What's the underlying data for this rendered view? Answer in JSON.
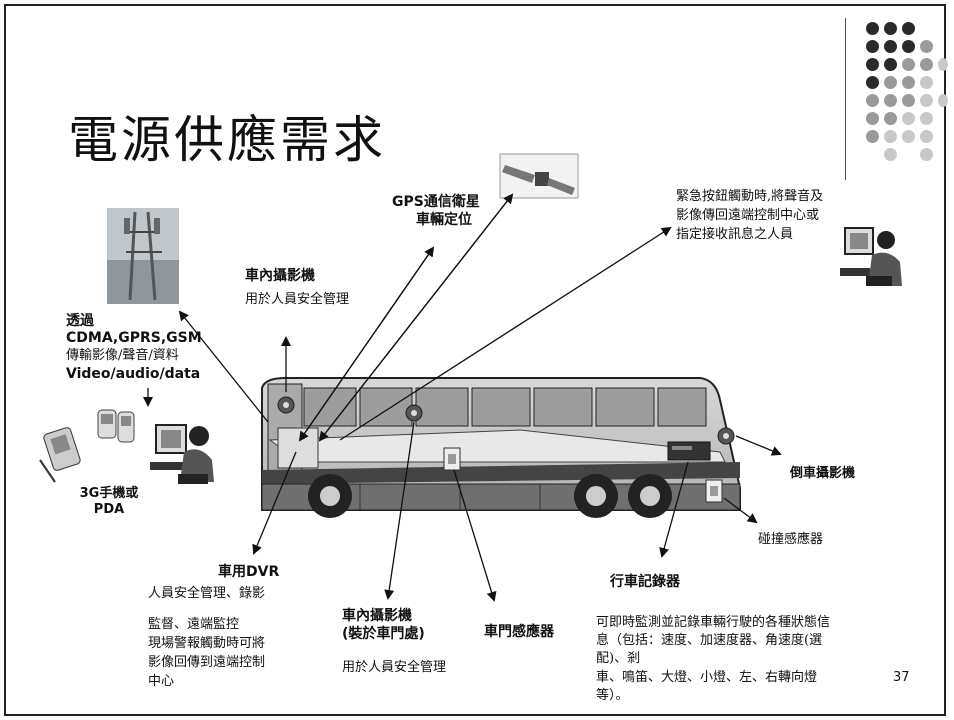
{
  "title": "電源供應需求",
  "page_number": "37",
  "labels": {
    "gps_line1": "GPS通信衛星",
    "gps_line2": "車輛定位",
    "emergency_1": "緊急按鈕觸動時,將聲音及",
    "emergency_2": "影像傳回遠端控制中心或",
    "emergency_3": "指定接收訊息之人員",
    "camera_in_title": "車內攝影機",
    "camera_in_desc": "用於人員安全管理",
    "via": "透過",
    "networks": "CDMA,GPRS,GSM",
    "transmit": "傳輸影像/聲音/資料",
    "transmit_en": "Video/audio/data",
    "phone_1": "3G手機或",
    "phone_2": "PDA",
    "reverse_camera": "倒車攝影機",
    "collision_sensor": "碰撞感應器",
    "recorder_title": "行車記錄器",
    "recorder_desc_1": "可即時監測並記錄車輛行駛的各種狀態信",
    "recorder_desc_2": "息（包括：速度、加速度器、角速度(選",
    "recorder_desc_3": "配)、剎",
    "recorder_desc_4": "車、鳴笛、大燈、小燈、左、右轉向燈",
    "recorder_desc_5": "等）。",
    "dvr_title": "車用DVR",
    "dvr_desc_1": "人員安全管理、錄影",
    "dvr_desc_2": "監督、遠端監控",
    "dvr_desc_3": "現場警報觸動時可將",
    "dvr_desc_4": "影像回傳到遠端控制",
    "dvr_desc_5": "中心",
    "door_camera_1": "車內攝影機",
    "door_camera_2": "(裝於車門處)",
    "door_camera_desc": "用於人員安全管理",
    "door_sensor": "車門感應器"
  },
  "icons": [
    "satellite-icon",
    "cell-tower-icon",
    "monitor-operator-icon",
    "pda-icon",
    "phone-icon",
    "bus-icon",
    "camera-icon",
    "sensor-icon",
    "dvr-icon",
    "recorder-icon"
  ],
  "colors": {
    "dot_dark": "#2a2a2a",
    "dot_mid": "#9a9a9a",
    "dot_light": "#c8c8c8"
  }
}
